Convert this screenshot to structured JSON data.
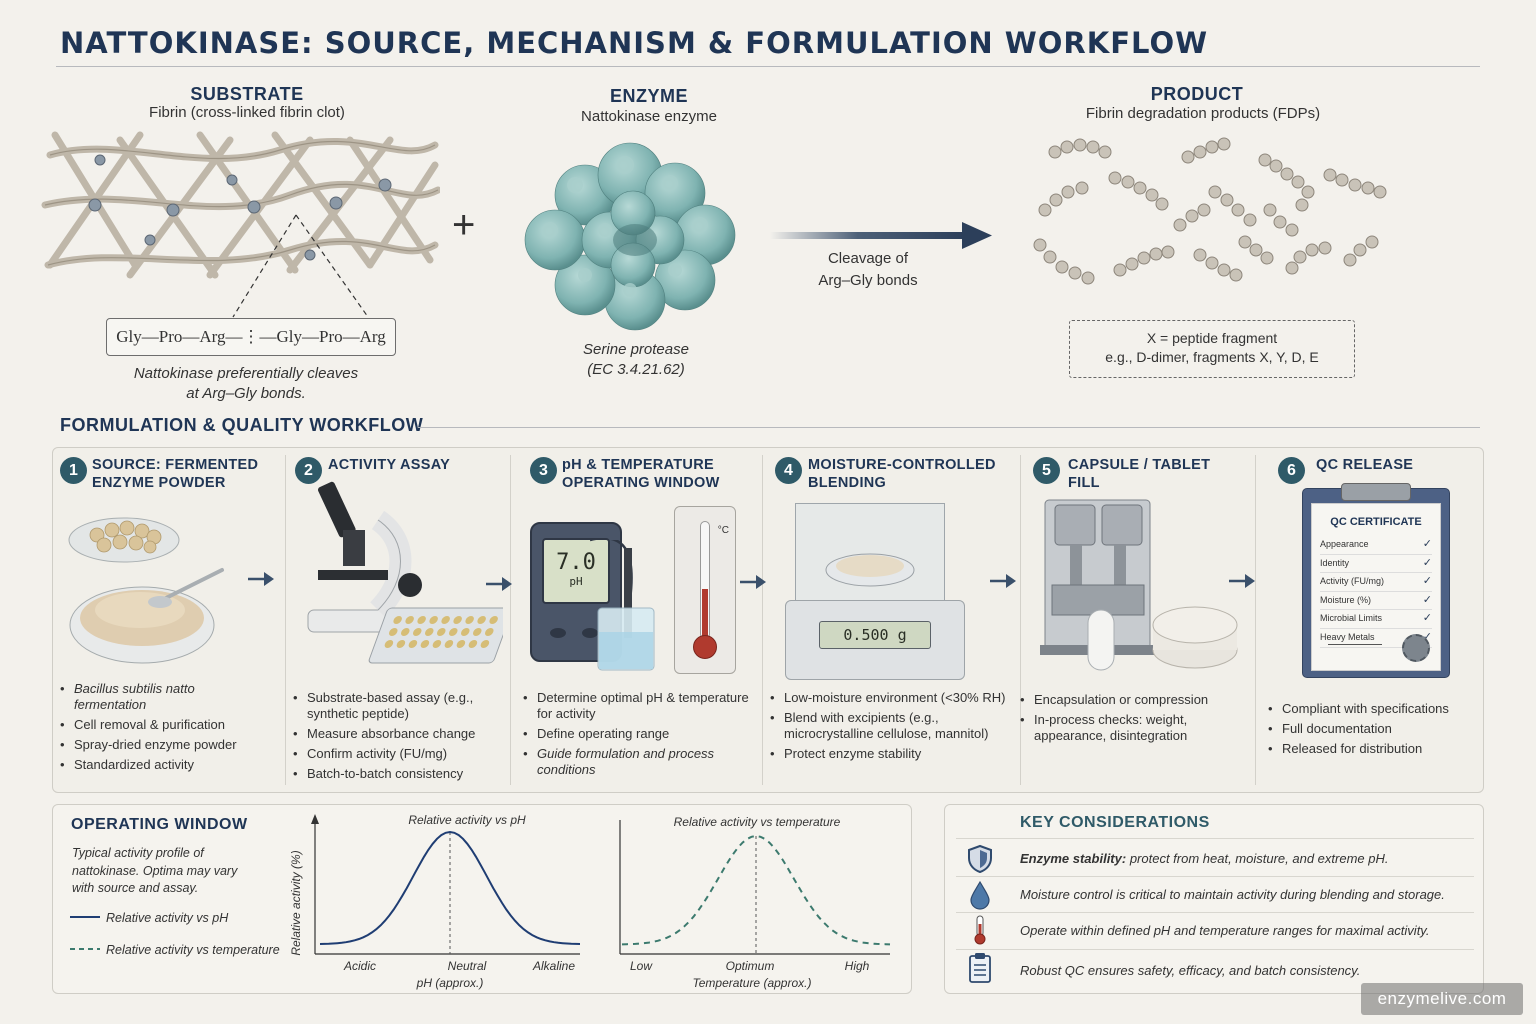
{
  "title": "NATTOKINASE: SOURCE, MECHANISM & FORMULATION WORKFLOW",
  "substrate": {
    "heading": "SUBSTRATE",
    "subtitle": "Fibrin (cross-linked fibrin clot)",
    "peptide": "Gly—Pro—Arg—",
    "peptide_right": "—Gly—Pro—Arg",
    "note_line1": "Nattokinase preferentially cleaves",
    "note_line2": "at Arg–Gly bonds."
  },
  "plus": "+",
  "enzyme": {
    "heading": "ENZYME",
    "subtitle": "Nattokinase enzyme",
    "class_line1": "Serine protease",
    "class_line2": "(EC 3.4.21.62)"
  },
  "reaction": {
    "line1": "Cleavage of",
    "line2": "Arg–Gly bonds"
  },
  "product": {
    "heading": "PRODUCT",
    "subtitle": "Fibrin degradation products (FDPs)",
    "box_line1": "X = peptide fragment",
    "box_line2": "e.g., D-dimer, fragments X, Y, D, E"
  },
  "workflow": {
    "heading": "FORMULATION & QUALITY WORKFLOW",
    "steps": [
      {
        "num": "1",
        "title_line1": "SOURCE: FERMENTED",
        "title_line2": "ENZYME POWDER",
        "bullets": [
          "Bacillus subtilis natto fermentation",
          "Cell removal & purification",
          "Spray-dried enzyme powder",
          "Standardized activity"
        ]
      },
      {
        "num": "2",
        "title_line1": "ACTIVITY ASSAY",
        "title_line2": "",
        "bullets": [
          "Substrate-based assay (e.g., synthetic peptide)",
          "Measure absorbance change",
          "Confirm activity (FU/mg)",
          "Batch-to-batch consistency"
        ]
      },
      {
        "num": "3",
        "title_line1": "pH & TEMPERATURE",
        "title_line2": "OPERATING WINDOW",
        "bullets": [
          "Determine optimal pH & temperature for activity",
          "Define operating range",
          "Guide formulation and process conditions"
        ],
        "meter_value": "7.0",
        "meter_unit": "pH",
        "thermo_unit": "°C"
      },
      {
        "num": "4",
        "title_line1": "MOISTURE-CONTROLLED",
        "title_line2": "BLENDING",
        "bullets": [
          "Low-moisture environment (<30% RH)",
          "Blend with excipients (e.g., microcrystalline cellulose, mannitol)",
          "Protect enzyme stability"
        ],
        "scale_value": "0.500 g"
      },
      {
        "num": "5",
        "title_line1": "CAPSULE / TABLET",
        "title_line2": "FILL",
        "bullets": [
          "Encapsulation or compression",
          "In-process checks: weight, appearance, disintegration"
        ]
      },
      {
        "num": "6",
        "title_line1": "QC RELEASE",
        "title_line2": "",
        "bullets": [
          "Compliant with specifications",
          "Full documentation",
          "Released for distribution"
        ],
        "cert_title": "QC CERTIFICATE",
        "cert_items": [
          "Appearance",
          "Identity",
          "Activity (FU/mg)",
          "Moisture (%)",
          "Microbial Limits",
          "Heavy Metals"
        ],
        "check": "✓"
      }
    ]
  },
  "operating_window": {
    "heading": "OPERATING WINDOW",
    "desc_line1": "Typical activity profile of",
    "desc_line2": "nattokinase. Optima may vary",
    "desc_line3": "with source and assay.",
    "legend_ph": "Relative activity vs pH",
    "legend_temp": "Relative activity vs temperature"
  },
  "chart_data": [
    {
      "type": "line",
      "title": "Relative activity vs pH",
      "xlabel": "pH (approx.)",
      "ylabel": "Relative activity (%)",
      "x_ticks": [
        "Acidic",
        "Neutral",
        "Alkaline"
      ],
      "x": [
        0,
        0.25,
        0.5,
        0.75,
        1
      ],
      "series": [
        {
          "name": "Relative activity vs pH",
          "values": [
            0.08,
            0.45,
            1.0,
            0.45,
            0.08
          ],
          "style": "solid",
          "color": "#1f3d73"
        }
      ],
      "ylim": [
        0,
        1.2
      ],
      "optimum_x": 0.5
    },
    {
      "type": "line",
      "title": "Relative activity vs temperature",
      "xlabel": "Temperature (approx.)",
      "ylabel": "",
      "x_ticks": [
        "Low",
        "Optimum",
        "High"
      ],
      "x": [
        0,
        0.25,
        0.5,
        0.75,
        1
      ],
      "series": [
        {
          "name": "Relative activity vs temperature",
          "values": [
            0.08,
            0.45,
            1.0,
            0.45,
            0.08
          ],
          "style": "dashed",
          "color": "#3c7a6e"
        }
      ],
      "ylim": [
        0,
        1.2
      ],
      "optimum_x": 0.5
    }
  ],
  "key_considerations": {
    "heading": "KEY CONSIDERATIONS",
    "rows": [
      {
        "icon": "shield-icon",
        "bold": "Enzyme stability:",
        "text": " protect from heat, moisture, and extreme pH."
      },
      {
        "icon": "droplet-icon",
        "bold": "",
        "text": "Moisture control is critical to maintain activity during blending and storage."
      },
      {
        "icon": "thermometer-icon",
        "bold": "",
        "text": "Operate within defined pH and temperature ranges for maximal activity."
      },
      {
        "icon": "checklist-icon",
        "bold": "",
        "text": "Robust QC ensures safety, efficacy, and batch consistency."
      }
    ]
  },
  "watermark": "enzymelive.com",
  "colors": {
    "navy": "#1f3555",
    "teal": "#2f5a68",
    "accent_green": "#3c7a6e",
    "background": "#f3f1ec"
  }
}
